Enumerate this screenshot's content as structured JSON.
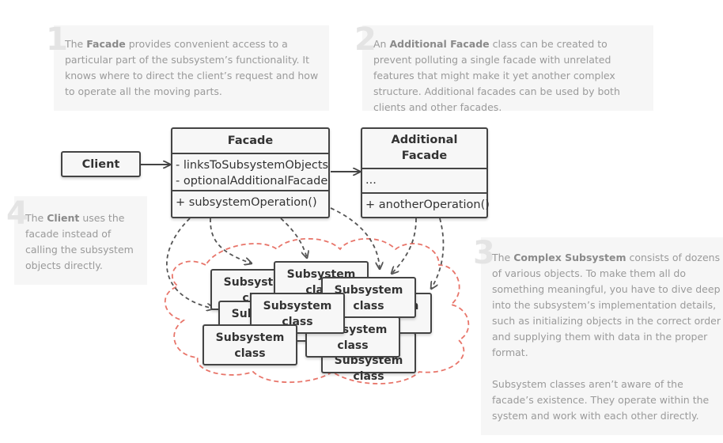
{
  "notes": [
    {
      "num": "1",
      "parts": [
        {
          "t": "The ",
          "b": false
        },
        {
          "t": "Facade",
          "b": true
        },
        {
          "t": " provides convenient access to a particular part of the subsystem’s functionality. It knows where to direct the client’s request and how to operate all the moving parts.",
          "b": false
        }
      ]
    },
    {
      "num": "2",
      "parts": [
        {
          "t": "An ",
          "b": false
        },
        {
          "t": "Additional Facade",
          "b": true
        },
        {
          "t": " class can be created to prevent polluting a single facade with unrelated features that might make it yet another complex structure. Additional facades can be used by both clients and other facades.",
          "b": false
        }
      ]
    },
    {
      "num": "4",
      "parts": [
        {
          "t": "The ",
          "b": false
        },
        {
          "t": "Client",
          "b": true
        },
        {
          "t": " uses the facade instead of calling the subsystem objects directly.",
          "b": false
        }
      ]
    },
    {
      "num": "3",
      "parts": [
        {
          "t": "The ",
          "b": false
        },
        {
          "t": "Complex Subsystem",
          "b": true
        },
        {
          "t": " consists of dozens of various objects. To make them all do something meaningful, you have to dive deep into the subsystem’s implementation details, such as initializing objects in the correct order and supplying them with data in the proper format.",
          "b": false
        },
        {
          "t": "\n\nSubsystem classes aren’t aware of the facade’s existence. They operate within the system and work with each other directly.",
          "b": false
        }
      ]
    }
  ],
  "client": {
    "label": "Client"
  },
  "facade": {
    "title": "Facade",
    "fields": [
      "- linksToSubsystemObjects",
      "- optionalAdditionalFacade"
    ],
    "methods": [
      "+ subsystemOperation()"
    ]
  },
  "additional_facade": {
    "title": "Additional\nFacade",
    "fields": [
      "..."
    ],
    "methods": [
      "+ anotherOperation()"
    ]
  },
  "subsystem_class_label": "Subsystem\nclass",
  "colors": {
    "border": "#444444",
    "cloud": "#e8756a",
    "note_text": "#9a9a9a",
    "note_number": "#e4e4e4",
    "box_fill": "#f7f7f7"
  }
}
